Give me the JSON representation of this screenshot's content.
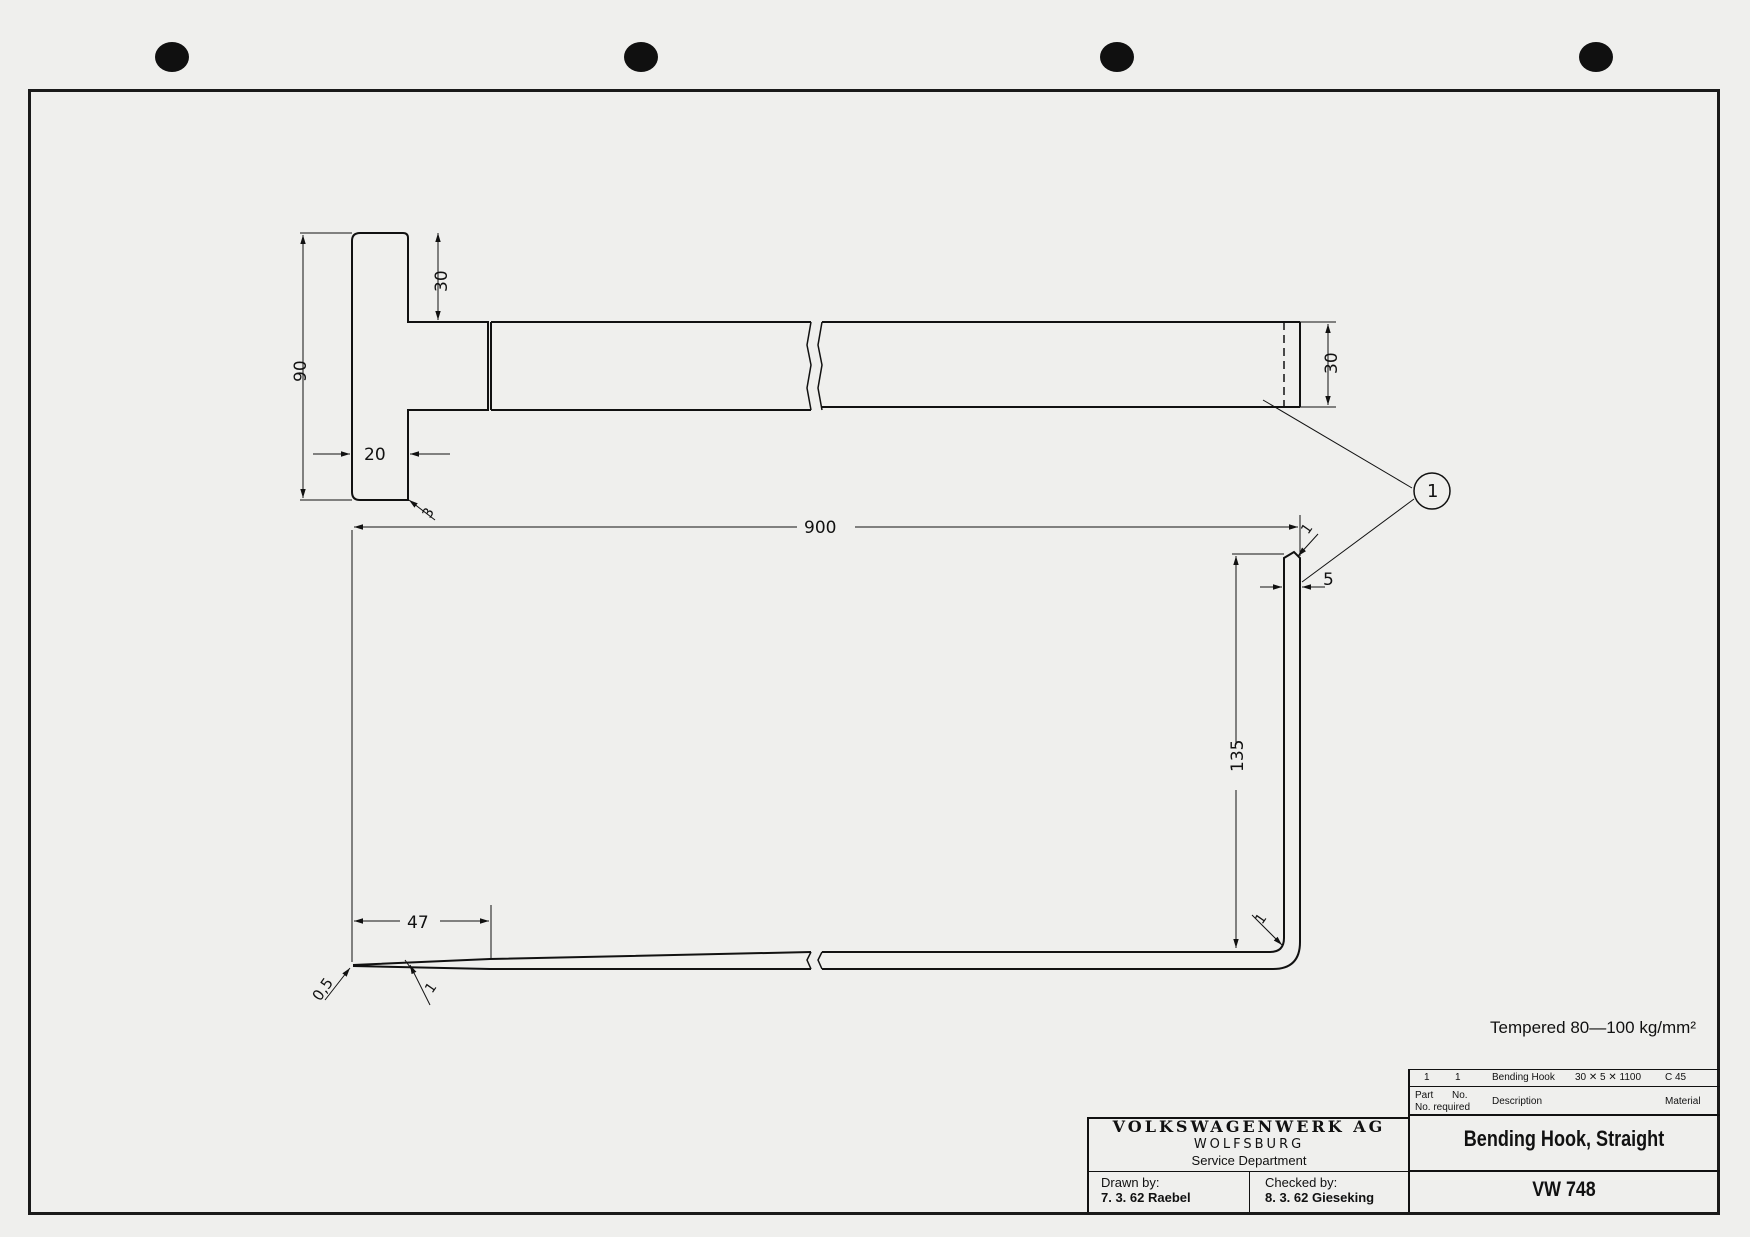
{
  "drawing": {
    "dimensions": {
      "head_height": "90",
      "head_offset": "30",
      "head_width": "20",
      "head_radius": "3",
      "bar_height": "30",
      "length": "900",
      "tip_radius": "1",
      "thickness": "5",
      "leg_height": "135",
      "bend_radius": "1",
      "taper_length": "47",
      "tip_thickness": "0,5",
      "taper_end": "1"
    },
    "callout": "1"
  },
  "note": "Tempered 80—100 kg/mm²",
  "parts_list": {
    "row": {
      "part_no": "1",
      "no_required": "1",
      "description": "Bending Hook",
      "size": "30 ✕ 5 ✕ 1100",
      "material": "C 45"
    },
    "headers": {
      "part": "Part",
      "no": "No.",
      "no_required": "No. required",
      "description": "Description",
      "material": "Material"
    }
  },
  "title_block": {
    "company": "VOLKSWAGENWERK AG",
    "city": "WOLFSBURG",
    "department": "Service Department",
    "drawn_by_label": "Drawn by:",
    "drawn_by": "7. 3. 62 Raebel",
    "checked_by_label": "Checked by:",
    "checked_by": "8. 3. 62 Gieseking",
    "title": "Bending Hook, Straight",
    "drawing_number": "VW 748"
  }
}
